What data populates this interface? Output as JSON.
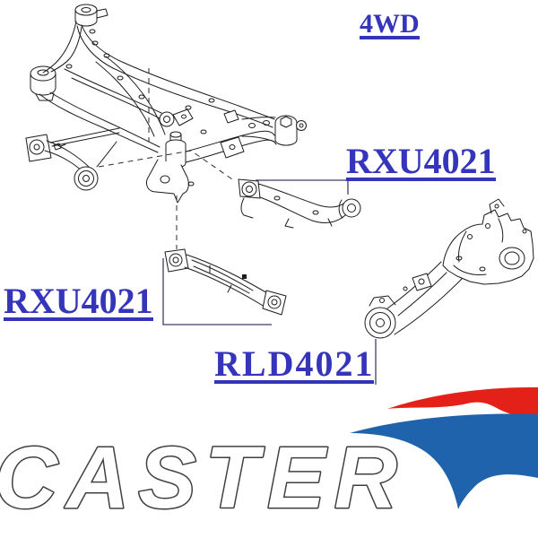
{
  "diagram": {
    "drivetrain_label": "4WD",
    "part_labels": {
      "upper_arm": "RXU4021",
      "lower_arm": "RXU4021",
      "trailing_arm": "RLD4021"
    }
  },
  "logo": {
    "brand": "CASTER"
  },
  "colors": {
    "label_blue": "#3535bb",
    "line_ink": "#1c1c1c",
    "leader_navy": "#3e3e66",
    "logo_red": "#e32119",
    "logo_blue": "#1f63ad",
    "logo_letter_fill": "#ffffff",
    "logo_letter_outline": "#3f3f3f"
  }
}
